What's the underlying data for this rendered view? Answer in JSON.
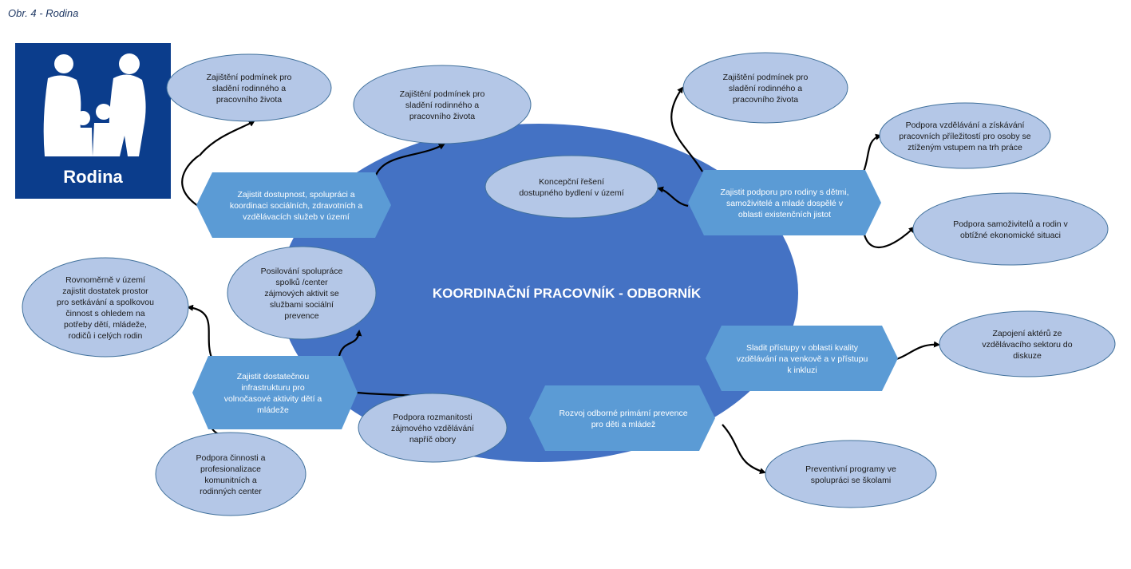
{
  "caption": "Obr.  4 - Rodina",
  "logo": {
    "label": "Rodina",
    "background": "#0b3d8c",
    "icon": "family-icon"
  },
  "colors": {
    "central_ellipse": "#4472c4",
    "hexagon": "#5b9bd5",
    "bubble_fill": "#b4c7e7",
    "bubble_stroke": "#41719c",
    "arrow": "#000000"
  },
  "central": {
    "label": "KOORDINAČNÍ PRACOVNÍK - ODBORNÍK"
  },
  "hexagons": [
    {
      "id": "dostupnost-sluzeb",
      "lines": [
        "Zajistit dostupnost, spolupráci a",
        "koordinaci sociálních, zdravotních a",
        "vzdělávacích služeb v území"
      ]
    },
    {
      "id": "podpora-rodin",
      "lines": [
        "Zajistit podporu pro rodiny s dětmi,",
        "samoživitelé a mladé dospělé v",
        "oblasti existenčních jistot"
      ]
    },
    {
      "id": "sladit-pristupy",
      "lines": [
        "Sladit přístupy v oblasti kvality",
        "vzdělávání na venkově a v přístupu",
        "k inkluzi"
      ]
    },
    {
      "id": "primarni-prevence",
      "lines": [
        "Rozvoj odborné primární prevence",
        "pro děti a mládež"
      ]
    },
    {
      "id": "infrastruktura",
      "lines": [
        "Zajistit dostatečnou",
        "infrastrukturu pro",
        "volnočasové aktivity dětí a",
        "mládeže"
      ]
    }
  ],
  "bubbles": [
    {
      "id": "sladeni-1",
      "lines": [
        "Zajištění podmínek pro",
        "sladění rodinného a",
        "pracovního života"
      ]
    },
    {
      "id": "sladeni-2",
      "lines": [
        "Zajištění podmínek pro",
        "sladění rodinného a",
        "pracovního života"
      ]
    },
    {
      "id": "sladeni-3",
      "lines": [
        "Zajištění podmínek pro",
        "sladění rodinného a",
        "pracovního života"
      ]
    },
    {
      "id": "bydleni",
      "lines": [
        "Koncepční řešení",
        "dostupného bydlení v území"
      ]
    },
    {
      "id": "vzdelavani-ztizeny",
      "lines": [
        "Podpora vzdělávání a získávání",
        "pracovních příležitostí pro osoby se",
        "ztíženým vstupem na trh práce"
      ]
    },
    {
      "id": "samozivitele",
      "lines": [
        "Podpora samoživitelů a rodin v",
        "obtížné ekonomické situaci"
      ]
    },
    {
      "id": "spolupraci-spolku",
      "lines": [
        "Posilování spolupráce",
        "spolků /center",
        "zájmových aktivit se",
        "službami sociální",
        "prevence"
      ]
    },
    {
      "id": "rovnomerne",
      "lines": [
        "Rovnoměrně v území",
        "zajistit dostatek prostor",
        "pro setkávání a spolkovou",
        "činnost s ohledem na",
        "potřeby dětí, mládeže,",
        "rodičů i celých rodin"
      ]
    },
    {
      "id": "aktery",
      "lines": [
        "Zapojení aktérů ze",
        "vzdělávacího sektoru do",
        "diskuze"
      ]
    },
    {
      "id": "rozmanitost",
      "lines": [
        "Podpora rozmanitosti",
        "zájmového vzdělávání",
        "napříč obory"
      ]
    },
    {
      "id": "komunitni-centra",
      "lines": [
        "Podpora činnosti a",
        "profesionalizace",
        "komunitních a",
        "rodinných center"
      ]
    },
    {
      "id": "preventivni-programy",
      "lines": [
        "Preventivní programy ve",
        "spolupráci se školami"
      ]
    }
  ]
}
